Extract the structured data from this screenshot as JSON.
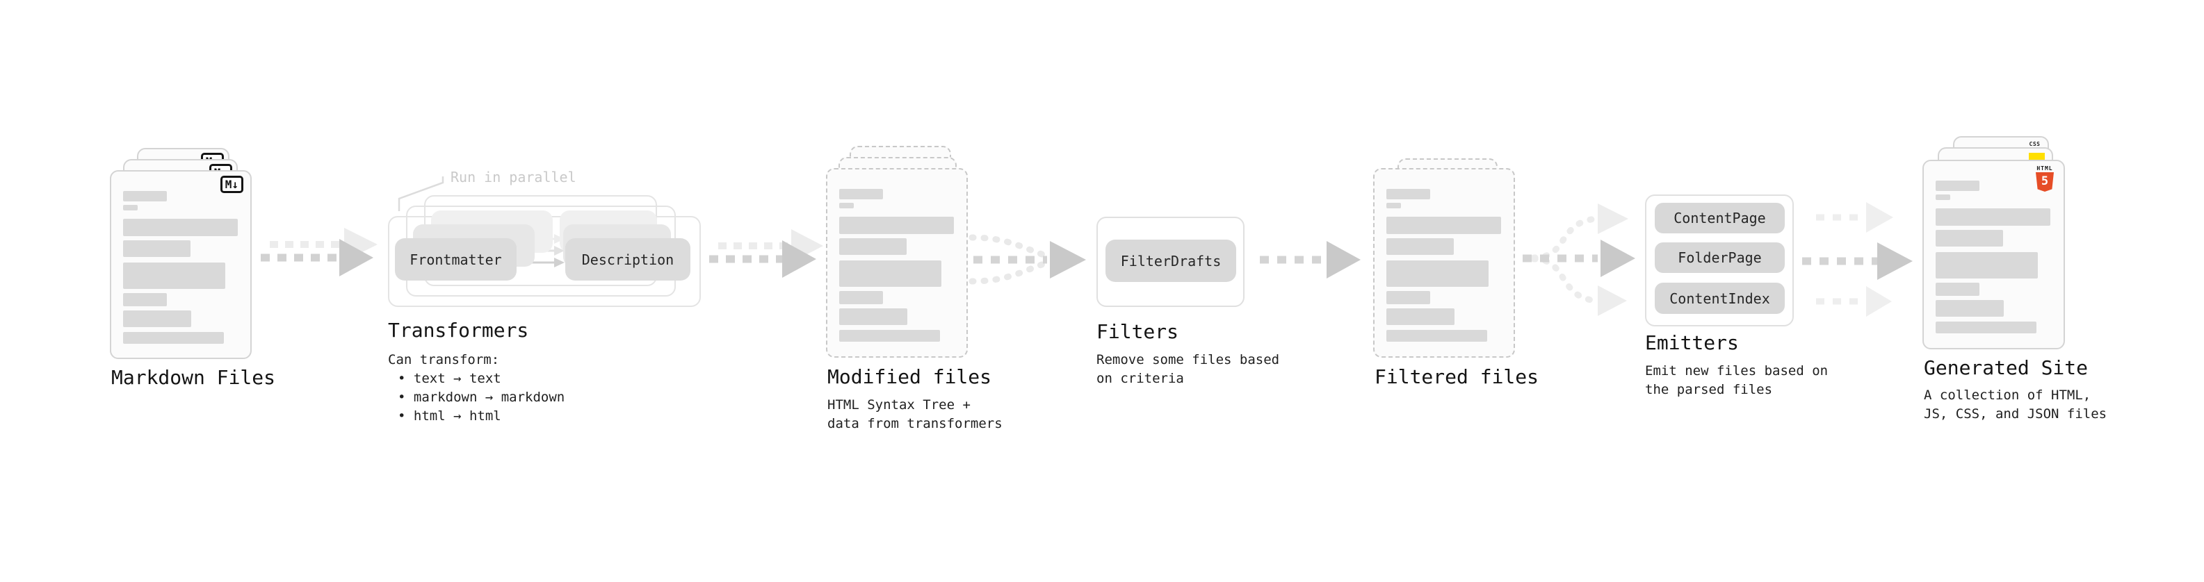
{
  "stages": {
    "markdown": {
      "title": "Markdown Files",
      "badge": "M↓"
    },
    "transformers": {
      "annotation": "Run in parallel",
      "pill_left": "Frontmatter",
      "pill_right": "Description",
      "title": "Transformers",
      "desc_heading": "Can transform:",
      "bullets": [
        "• text → text",
        "• markdown → markdown",
        "• html → html"
      ]
    },
    "modified": {
      "title": "Modified files",
      "desc": [
        "HTML Syntax Tree +",
        "data from transformers"
      ]
    },
    "filters": {
      "pill": "FilterDrafts",
      "title": "Filters",
      "desc": [
        "Remove some files based",
        "on criteria"
      ]
    },
    "filtered": {
      "title": "Filtered files"
    },
    "emitters": {
      "pills": [
        "ContentPage",
        "FolderPage",
        "ContentIndex"
      ],
      "title": "Emitters",
      "desc": [
        "Emit new files based on",
        "the parsed files"
      ]
    },
    "generated": {
      "title": "Generated Site",
      "desc": [
        "A collection of HTML,",
        "JS, CSS, and JSON files"
      ],
      "css_badge": "CSS",
      "html_badge_word": "HTML",
      "html_badge_number": "5"
    }
  },
  "colors": {
    "html5_orange": "#e64d26",
    "js_yellow": "#ffdf00",
    "css_blue": "#2e6ee0",
    "arrow_gray": "#d2d2d2",
    "ghost_gray": "#ececec"
  }
}
